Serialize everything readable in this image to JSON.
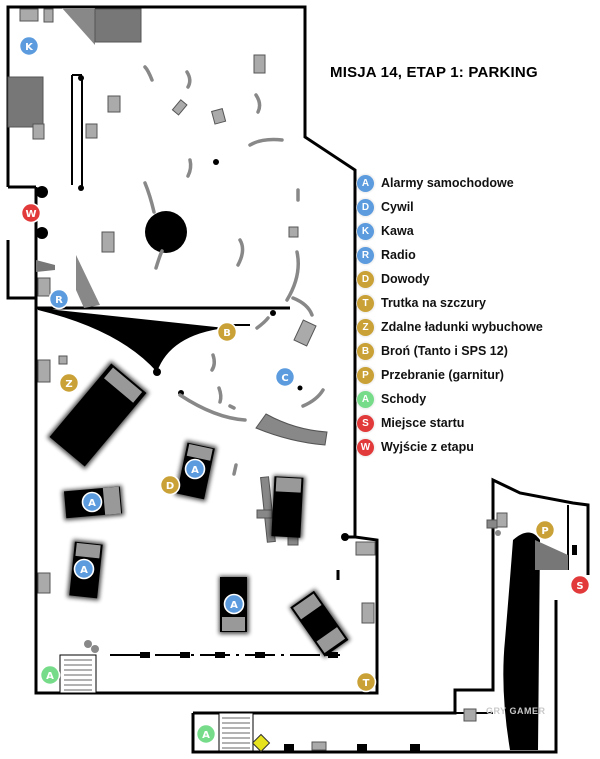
{
  "title": "MISJA 14, ETAP 1: PARKING",
  "watermark": "GRY GAMER",
  "colors": {
    "blue": "#5b9bde",
    "gold": "#c9a136",
    "green": "#76dc8a",
    "red": "#e23a3a"
  },
  "legend": [
    {
      "letter": "A",
      "label": "Alarmy samochodowe",
      "color": "#5b9bde"
    },
    {
      "letter": "D",
      "label": "Cywil",
      "color": "#5b9bde"
    },
    {
      "letter": "K",
      "label": "Kawa",
      "color": "#5b9bde"
    },
    {
      "letter": "R",
      "label": "Radio",
      "color": "#5b9bde"
    },
    {
      "letter": "D",
      "label": "Dowody",
      "color": "#c9a136"
    },
    {
      "letter": "T",
      "label": "Trutka na szczury",
      "color": "#c9a136"
    },
    {
      "letter": "Z",
      "label": "Zdalne ładunki wybuchowe",
      "color": "#c9a136"
    },
    {
      "letter": "B",
      "label": "Broń (Tanto i SPS 12)",
      "color": "#c9a136"
    },
    {
      "letter": "P",
      "label": "Przebranie (garnitur)",
      "color": "#c9a136"
    },
    {
      "letter": "A",
      "label": "Schody",
      "color": "#76dc8a"
    },
    {
      "letter": "S",
      "label": "Miejsce startu",
      "color": "#e23a3a"
    },
    {
      "letter": "W",
      "label": "Wyjście z etapu",
      "color": "#e23a3a"
    }
  ],
  "markers": [
    {
      "letter": "K",
      "kind": "blue"
    },
    {
      "letter": "W",
      "kind": "red"
    },
    {
      "letter": "R",
      "kind": "blue"
    },
    {
      "letter": "B",
      "kind": "gold"
    },
    {
      "letter": "C",
      "kind": "blue"
    },
    {
      "letter": "Z",
      "kind": "gold"
    },
    {
      "letter": "A",
      "kind": "blue"
    },
    {
      "letter": "D",
      "kind": "gold"
    },
    {
      "letter": "A",
      "kind": "blue"
    },
    {
      "letter": "A",
      "kind": "blue"
    },
    {
      "letter": "A",
      "kind": "blue"
    },
    {
      "letter": "P",
      "kind": "gold"
    },
    {
      "letter": "S",
      "kind": "red"
    },
    {
      "letter": "A",
      "kind": "green"
    },
    {
      "letter": "T",
      "kind": "gold"
    },
    {
      "letter": "A",
      "kind": "green"
    }
  ]
}
